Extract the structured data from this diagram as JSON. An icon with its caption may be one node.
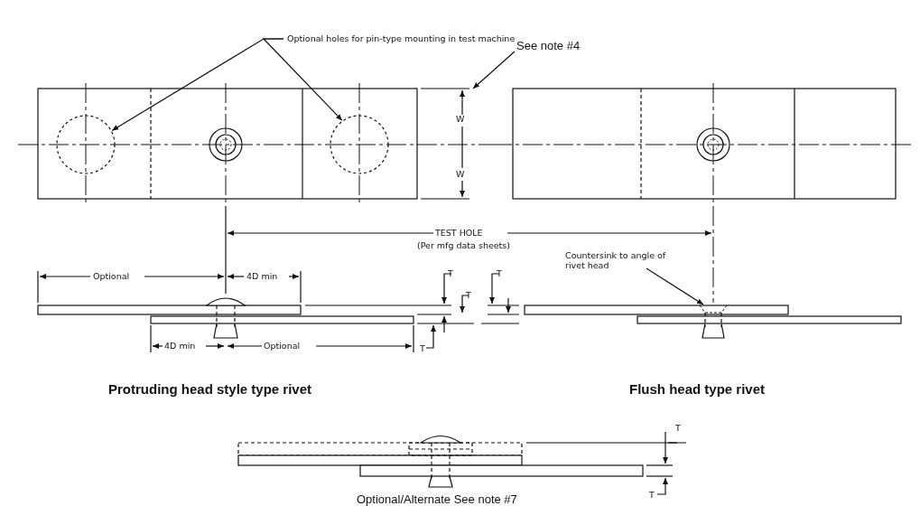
{
  "diagram": {
    "nodes": [
      {
        "text": [
          "Optional holes for pin-type mounting in test machine"
        ]
      },
      {
        "text": [],
        "shape": "circle"
      },
      {
        "text": [],
        "shape": "circle"
      },
      {
        "text": [
          "See note #4"
        ]
      },
      {
        "text": [
          "Countersink to angle of rivet head"
        ]
      }
    ],
    "edges": [
      {
        "from": 0,
        "to": 1,
        "arrow": "to"
      },
      {
        "from": 0,
        "to": 2,
        "arrow": "to"
      },
      {
        "from": 3,
        "to": null,
        "arrow": "to"
      },
      {
        "from": 4,
        "to": null,
        "arrow": "to"
      }
    ],
    "labels": [
      "W",
      "W",
      "TEST HOLE",
      "(Per mfg data sheets)",
      "Optional",
      "4D min",
      "T",
      "T",
      "T",
      "4D min",
      "Optional",
      "T",
      "Protruding head style type rivet",
      "Flush head type rivet",
      "T",
      "T",
      "Optional/Alternate See note #7"
    ]
  }
}
